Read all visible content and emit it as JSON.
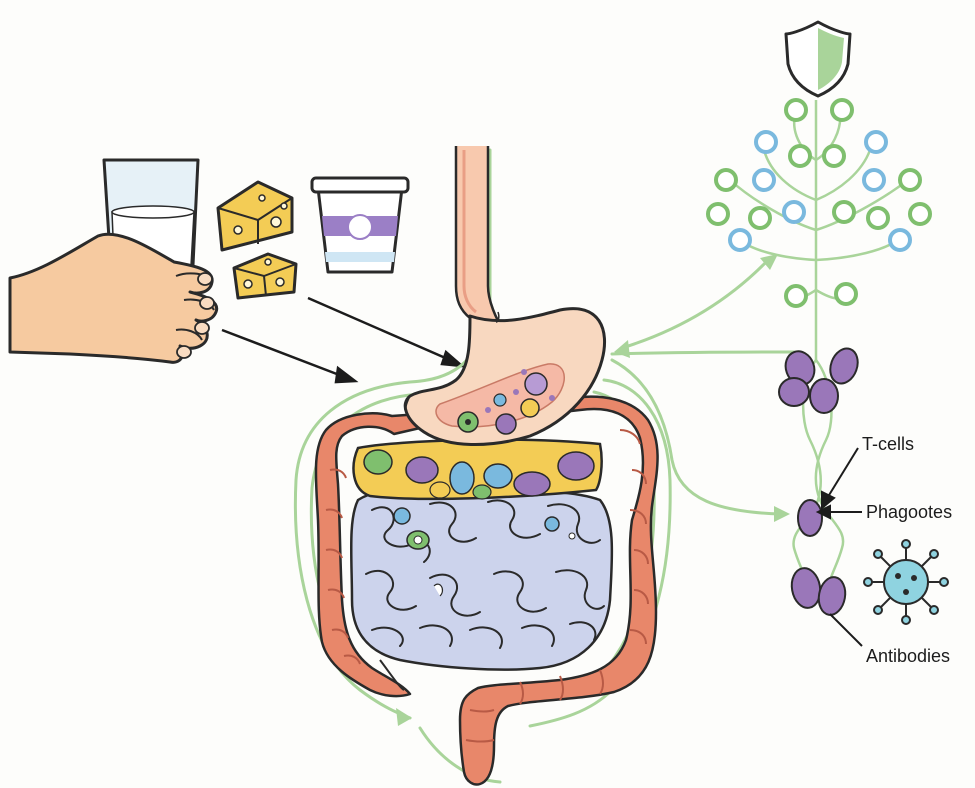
{
  "labels": {
    "t_cells": "T-cells",
    "phagocytes": "Phagootes",
    "antibodies": "Antibodies"
  },
  "colors": {
    "outline": "#2a2a2a",
    "skin": "#f6caa0",
    "cheese": "#f3cc55",
    "yogurt_band": "#9b7fc6",
    "stomach": "#f8d8c0",
    "intestine_large": "#e8876a",
    "intestine_small": "#ccd3ec",
    "immune_green": "#a9d49a",
    "cell_green": "#7fbf6e",
    "cell_blue": "#7ab9de",
    "cell_purple": "#9a77b9",
    "virus": "#8fd3e0"
  },
  "icons": [
    "shield-icon",
    "virus-icon",
    "milk-glass-icon",
    "cheese-icon",
    "yogurt-cup-icon"
  ]
}
